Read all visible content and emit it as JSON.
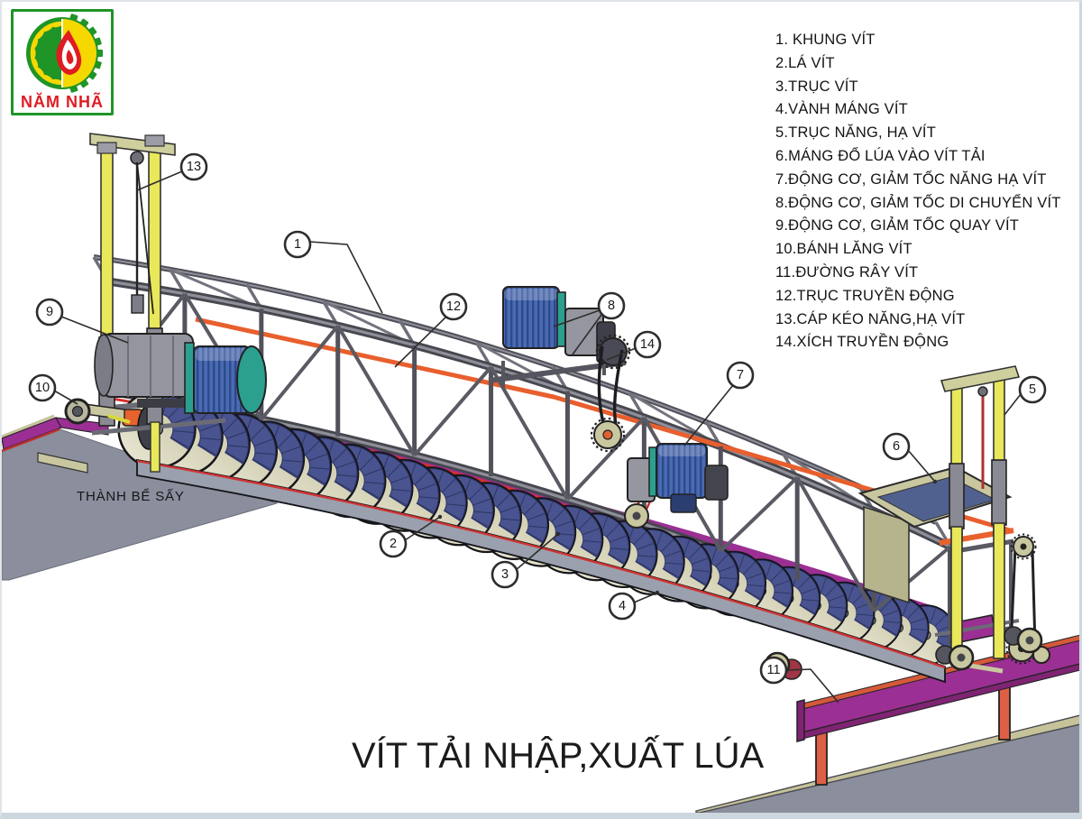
{
  "logo": {
    "name": "NĂM NHÃ"
  },
  "legend": {
    "items": [
      "1. KHUNG VÍT",
      "2.LÁ VÍT",
      "3.TRỤC VÍT",
      "4.VÀNH MÁNG VÍT",
      "5.TRỤC NĂNG, HẠ VÍT",
      "6.MÁNG ĐỔ LÚA VÀO VÍT TẢI",
      "7.ĐỘNG CƠ, GIẢM TỐC NĂNG HẠ VÍT",
      "8.ĐỘNG CƠ, GIẢM TỐC DI CHUYỂN VÍT",
      "9.ĐỘNG CƠ, GIẢM TỐC QUAY VÍT",
      "10.BÁNH LĂNG VÍT",
      "11.ĐƯỜNG RÂY VÍT",
      "12.TRỤC TRUYỀN ĐỘNG",
      "13.CÁP KÉO NĂNG,HẠ VÍT",
      "14.XÍCH TRUYỀN ĐỘNG"
    ]
  },
  "labels": {
    "platform": "THÀNH BỂ SẤY",
    "title": "VÍT TẢI NHẬP,XUẤT LÚA"
  },
  "callouts": [
    "1",
    "2",
    "3",
    "4",
    "5",
    "6",
    "7",
    "8",
    "9",
    "10",
    "11",
    "12",
    "13",
    "14"
  ],
  "colors": {
    "logo_green": "#1f9427",
    "logo_yellow": "#f5d800",
    "logo_red": "#e01b22",
    "rail_magenta": "#9b2f93",
    "accent_red": "#d92f2f",
    "shaft_orange": "#e85f2d",
    "mast_yellow": "#e9e75a",
    "truss_grey": "#52525c",
    "screw_beige": "#d8d4b0",
    "screw_navy": "#49538f",
    "platform_grey": "#8b8e9c"
  }
}
